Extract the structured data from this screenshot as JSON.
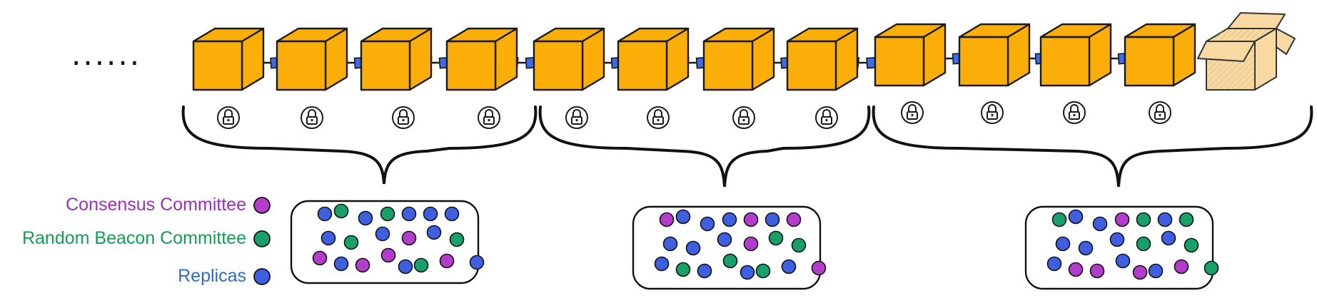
{
  "diagram": {
    "ellipsis": "......",
    "colors": {
      "block_fill": "#FBAE07",
      "block_stroke": "#1a1a1a",
      "link_fill": "#4169E1",
      "consensus": "#B23CCB",
      "beacon": "#18A06A",
      "replica": "#3E5FE0",
      "open_box_fill": "#F7D9A1"
    },
    "blocks": {
      "count": 12,
      "lock_icon": "lock-icon",
      "final_block_icon": "open-box-icon"
    },
    "groups": [
      {
        "blocks": 4,
        "replicas": [
          "replica",
          "beacon",
          "replica",
          "beacon",
          "replica",
          "replica",
          "replica",
          "replica",
          "beacon",
          "replica",
          "consensus",
          "replica",
          "beacon",
          "consensus",
          "replica",
          "consensus",
          "consensus",
          "replica",
          "beacon",
          "consensus",
          "replica"
        ]
      },
      {
        "blocks": 4,
        "replicas": [
          "consensus",
          "replica",
          "replica",
          "replica",
          "consensus",
          "replica",
          "consensus",
          "replica",
          "replica",
          "replica",
          "consensus",
          "beacon",
          "beacon",
          "replica",
          "beacon",
          "replica",
          "beacon",
          "replica",
          "beacon",
          "replica",
          "consensus"
        ]
      },
      {
        "blocks": 4,
        "replicas": [
          "beacon",
          "replica",
          "replica",
          "consensus",
          "beacon",
          "replica",
          "beacon",
          "replica",
          "replica",
          "replica",
          "beacon",
          "replica",
          "beacon",
          "replica",
          "consensus",
          "consensus",
          "replica",
          "consensus",
          "replica",
          "consensus",
          "beacon"
        ]
      }
    ]
  },
  "legend": [
    {
      "label": "Consensus Committee",
      "role": "consensus",
      "color": "#9B30B8"
    },
    {
      "label": "Random Beacon Committee",
      "role": "beacon",
      "color": "#12A050"
    },
    {
      "label": "Replicas",
      "role": "replica",
      "color": "#2F6BC6"
    }
  ]
}
